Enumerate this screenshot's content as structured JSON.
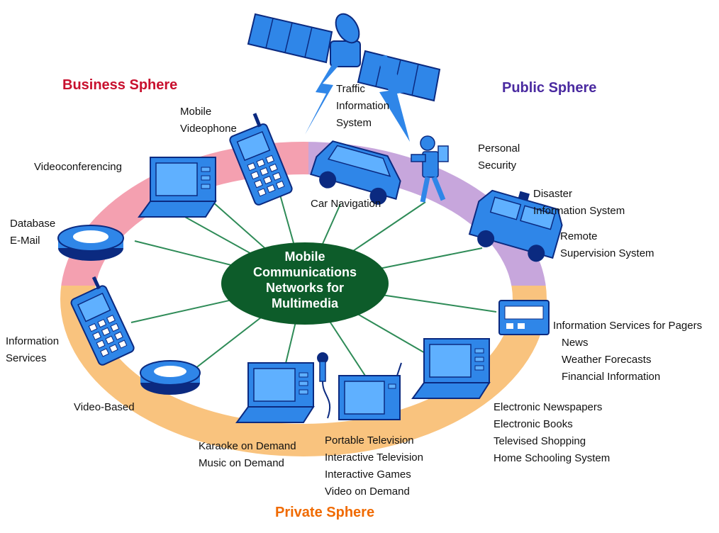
{
  "colors": {
    "business": "#f4a0b0",
    "public": "#c7a6dc",
    "private": "#f9c37e",
    "hub": "#0d5c2a",
    "device_blue": "#2f86e8",
    "device_dark": "#0b2a80",
    "business_title": "#c8102e",
    "public_title": "#4a2aa0",
    "private_title": "#f06a00"
  },
  "spheres": {
    "business": "Business Sphere",
    "public": "Public Sphere",
    "private": "Private Sphere"
  },
  "hub": {
    "lines": [
      "Mobile",
      "Communications",
      "Networks for",
      "Multimedia"
    ]
  },
  "labels": {
    "traffic": [
      "Traffic",
      "Information",
      "System"
    ],
    "mobile_videophone": [
      "Mobile",
      "Videophone"
    ],
    "videoconferencing": "Videoconferencing",
    "database_email": [
      "Database",
      "E-Mail"
    ],
    "car_navigation": "Car Navigation",
    "personal_security": [
      "Personal",
      "Security"
    ],
    "disaster": [
      "Disaster",
      "Information System"
    ],
    "remote": [
      "Remote",
      "Supervision System"
    ],
    "pagers": {
      "title": "Information Services for Pagers",
      "items": [
        "News",
        "Weather Forecasts",
        "Financial Information"
      ]
    },
    "information_services": [
      "Information",
      "Services"
    ],
    "video_based": "Video-Based",
    "karaoke": [
      "Karaoke on Demand",
      "Music on Demand"
    ],
    "television": [
      "Portable Television",
      "Interactive Television",
      "Interactive Games",
      "Video on Demand"
    ],
    "newspapers": [
      "Electronic Newspapers",
      "Electronic Books",
      "Televised Shopping",
      "Home Schooling System"
    ]
  }
}
